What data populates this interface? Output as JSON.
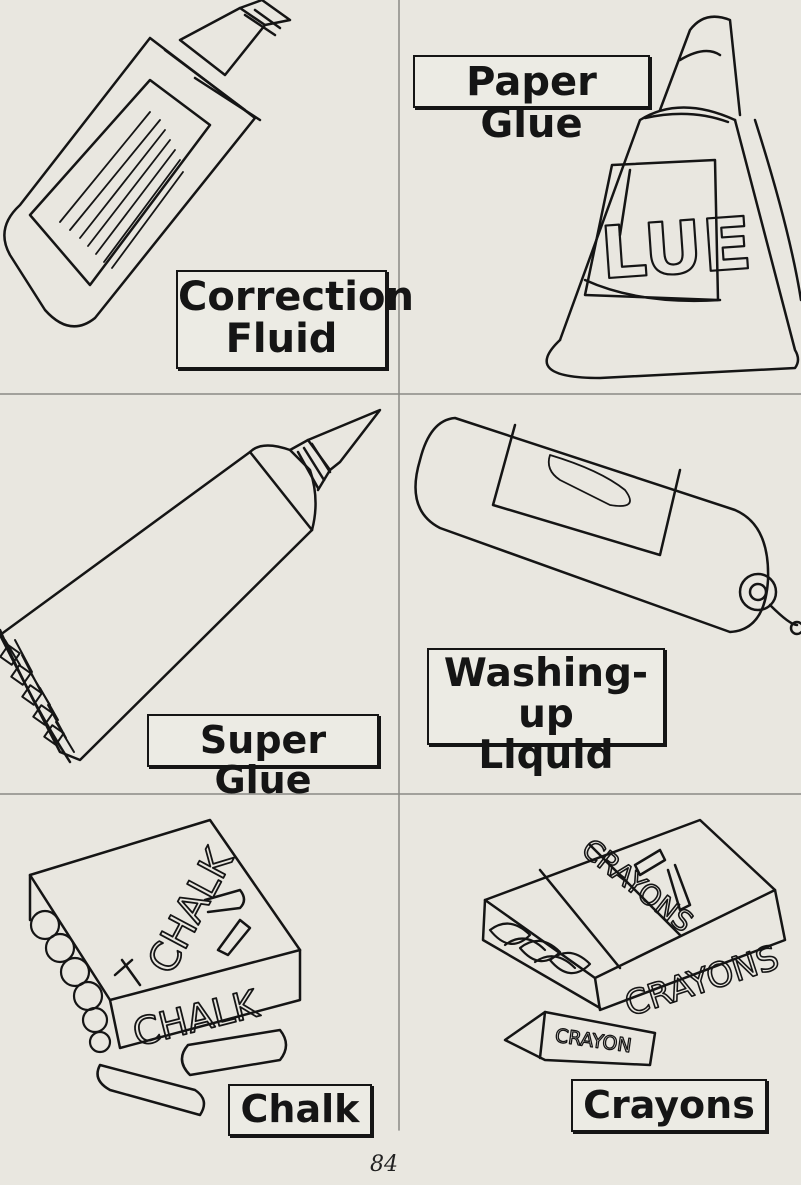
{
  "page": {
    "page_number": "84",
    "cells": [
      {
        "id": "correction-fluid",
        "label_lines": [
          "Correction",
          "Fluid"
        ]
      },
      {
        "id": "paper-glue",
        "label_lines": [
          "Paper Glue"
        ],
        "art_text": "LUE"
      },
      {
        "id": "super-glue",
        "label_lines": [
          "Super Glue"
        ]
      },
      {
        "id": "washing-up-liquid",
        "label_lines": [
          "Washing-up",
          "Liquid"
        ]
      },
      {
        "id": "chalk",
        "label_lines": [
          "Chalk"
        ],
        "art_text": [
          "CHALK",
          "CHALK"
        ]
      },
      {
        "id": "crayons",
        "label_lines": [
          "Crayons"
        ],
        "art_text": [
          "CRAYONS",
          "CRAYONS",
          "CRAYON"
        ]
      }
    ]
  },
  "colors": {
    "background": "#e9e7e0",
    "ink": "#151515",
    "grid_line": "#8a8a85"
  }
}
